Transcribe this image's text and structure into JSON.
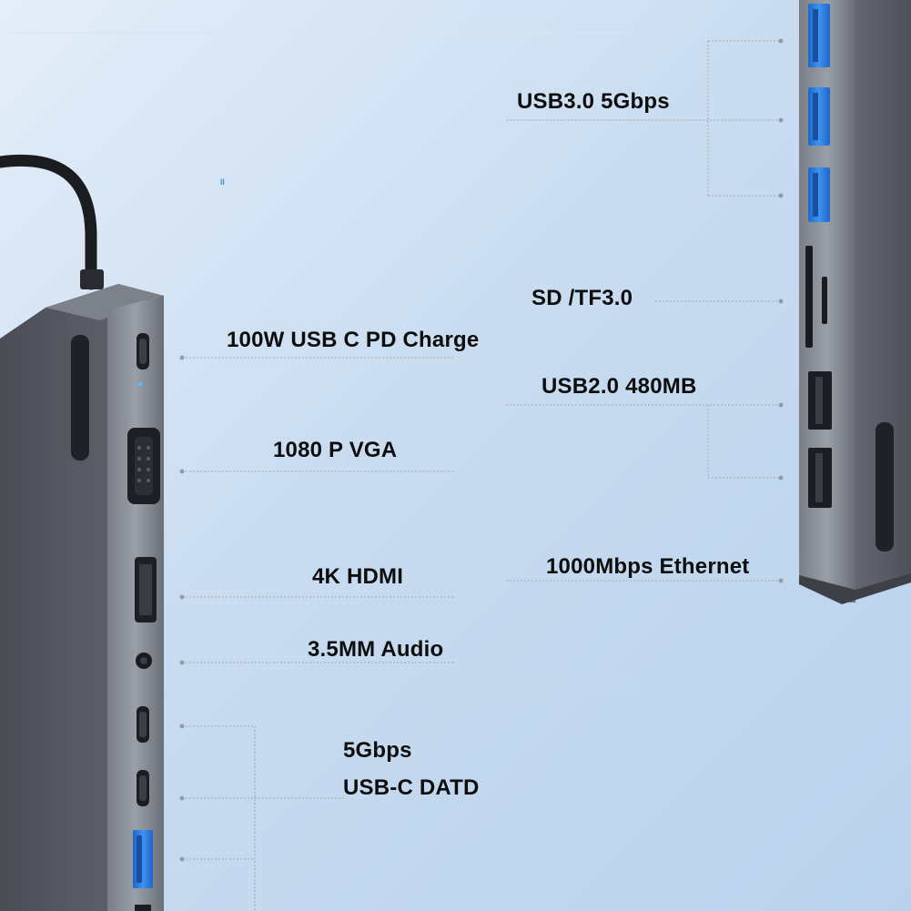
{
  "left_hub": {
    "labels": {
      "pd_charge": "100W USB C PD Charge",
      "vga": "1080 P VGA",
      "hdmi": "4K HDMI",
      "audio": "3.5MM Audio",
      "usbc_speed": "5Gbps",
      "usbc_name": "USB-C DATD"
    }
  },
  "right_hub": {
    "labels": {
      "usb3": "USB3.0 5Gbps",
      "sd": "SD /TF3.0",
      "usb2": "USB2.0 480MB",
      "ethernet": "1000Mbps Ethernet"
    }
  },
  "mark": "ᴵᴵ",
  "colors": {
    "hub_body": "#5b5e66",
    "hub_edge": "#8a8e97",
    "usb3_blue": "#2f7fe0",
    "leader_line": "#9aa9bb"
  }
}
